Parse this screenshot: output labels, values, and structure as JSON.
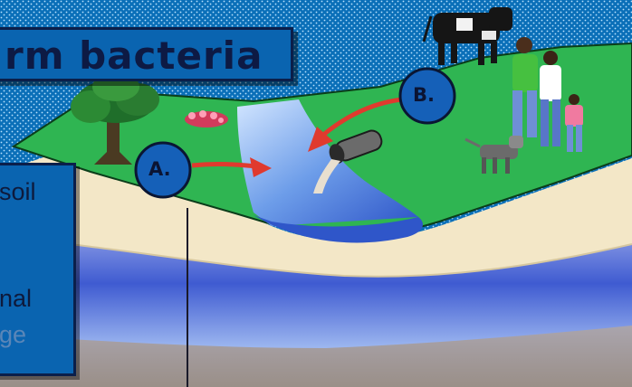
{
  "title": {
    "visible_text": "rm bacteria"
  },
  "side_panel": {
    "lines": [
      "soil",
      "nal",
      "ge"
    ]
  },
  "markers": [
    {
      "label": "A."
    },
    {
      "label": "B."
    }
  ],
  "colors": {
    "sky": "#0a6fb8",
    "grass": "#2fb552",
    "stream": "#5f8fe0",
    "soil": "#f3e7c7",
    "arrow": "#e03a2e",
    "marker_fill": "#1560b8",
    "text_dark": "#0d1a44"
  },
  "icons": [
    "tree",
    "flowers",
    "cow",
    "people",
    "dog",
    "drain-pipe",
    "arrow-a",
    "arrow-b"
  ]
}
